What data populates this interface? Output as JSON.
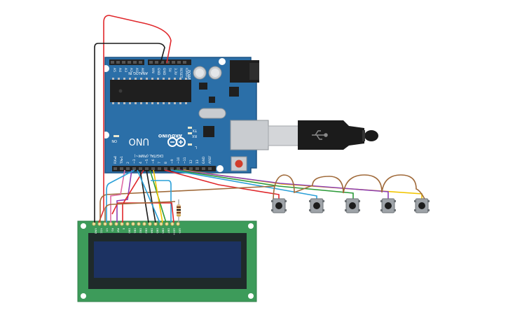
{
  "colors": {
    "background": "#ffffff",
    "arduino_board": "#2b6fa8",
    "arduino_board_dark": "#1e5585",
    "lcd_board": "#3d9b5a",
    "lcd_bezel": "#1f2a2a",
    "lcd_screen": "#1c3262",
    "header": "#222222",
    "usb_plug": "#1b1b1b",
    "wire_red": "#e0272b",
    "wire_black": "#1a1a1a",
    "wire_brown": "#a06a3a",
    "wire_yellow": "#f2c500",
    "wire_purple": "#8e3fb5",
    "wire_green": "#2d9b3a",
    "wire_blue": "#2aa0d8",
    "wire_pink": "#e06aa5",
    "button_body": "#9ea3a8",
    "button_cap": "#1c1c1c"
  },
  "arduino": {
    "brand": "ARDUINO",
    "model": "UNO",
    "digital_label": "DIGITAL (PWM~)",
    "analog_label": "ANALOG IN",
    "power_label": "POWER",
    "on_label": "ON",
    "tx_label": "TX",
    "rx_label": "RX",
    "l_label": "L",
    "analog_pins": [
      "A5",
      "A4",
      "A3",
      "A2",
      "A1",
      "A0"
    ],
    "power_pins": [
      "VIN",
      "GND",
      "GND",
      "5V",
      "3.3V",
      "RESET",
      "IOREF"
    ],
    "digital_pins": [
      "RX◂0",
      "TX▸1",
      "2",
      "~3",
      "4",
      "~5",
      "~6",
      "7",
      "8",
      "~9",
      "~10",
      "~11",
      "12",
      "13",
      "GND",
      "AREF"
    ]
  },
  "lcd": {
    "pins": [
      "GND",
      "VCC",
      "V0",
      "RS",
      "RW",
      "E",
      "DB0",
      "DB1",
      "DB2",
      "DB3",
      "DB4",
      "DB5",
      "DB6",
      "DB7",
      "LED+",
      "LED-"
    ]
  },
  "buttons": [
    "button-1",
    "button-2",
    "button-3",
    "button-4",
    "button-5"
  ]
}
